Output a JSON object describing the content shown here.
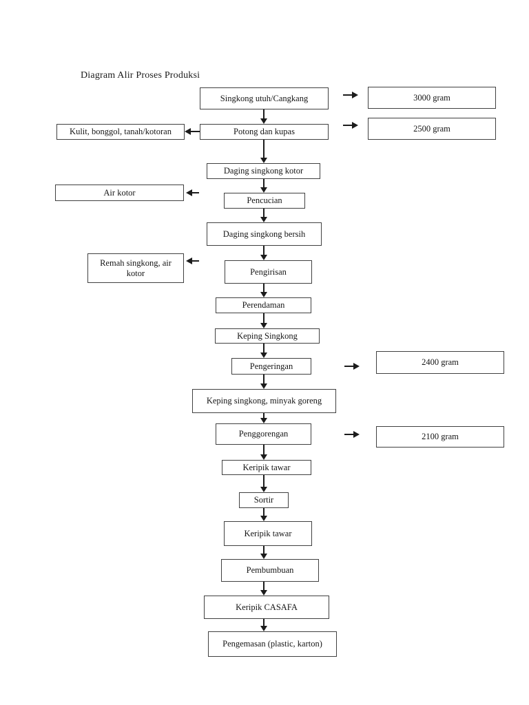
{
  "page": {
    "title": "Diagram Alir Proses Produksi"
  },
  "diagram": {
    "main_flow": [
      "Singkong utuh/Cangkang",
      "Potong dan kupas",
      "Daging singkong kotor",
      "Pencucian",
      "Daging singkong bersih",
      "Pengirisan",
      "Perendaman",
      "Keping Singkong",
      "Pengeringan",
      "Keping singkong, minyak goreng",
      "Penggorengan",
      "Keripik tawar",
      "Sortir",
      "Keripik tawar",
      "Pembumbuan",
      "Keripik CASAFA",
      "Pengemasan (plastic, karton)"
    ],
    "left_outputs": [
      "Kulit, bonggol, tanah/kotoran",
      "Air kotor",
      "Remah singkong, air kotor"
    ],
    "right_weights": [
      "3000 gram",
      "2500 gram",
      "2400 gram",
      "2100 gram"
    ],
    "colors": {
      "box_border": "#3f3f3f",
      "arrow": "#1c1c1c",
      "text": "#151515",
      "background": "#ffffff"
    }
  }
}
